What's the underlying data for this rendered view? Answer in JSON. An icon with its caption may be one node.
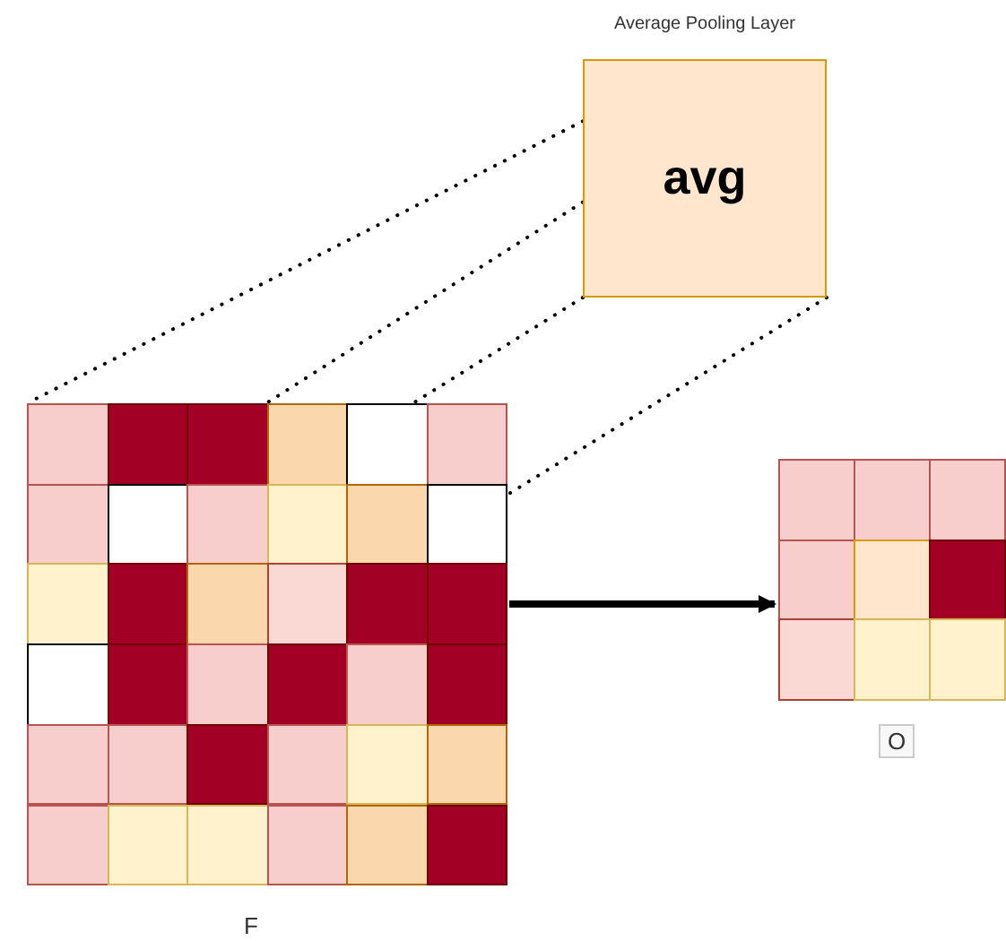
{
  "diagram": {
    "nodes": [
      {
        "text": [
          "Average Pooling Layer",
          "avg"
        ]
      },
      {
        "text": [],
        "shape": "grid",
        "beside": [
          "F"
        ]
      },
      {
        "text": [],
        "shape": "grid",
        "beside": [
          "O"
        ]
      }
    ],
    "edges": [
      {
        "from": 0,
        "to": 1,
        "arrow": "none",
        "style": "dashed"
      },
      {
        "from": 0,
        "to": 1,
        "arrow": "none",
        "style": "dashed"
      },
      {
        "from": 0,
        "to": 1,
        "arrow": "none",
        "style": "dashed"
      },
      {
        "from": 0,
        "to": 1,
        "arrow": "none",
        "style": "dashed"
      },
      {
        "from": 1,
        "to": 2,
        "arrow": "to",
        "style": "thick"
      }
    ]
  }
}
